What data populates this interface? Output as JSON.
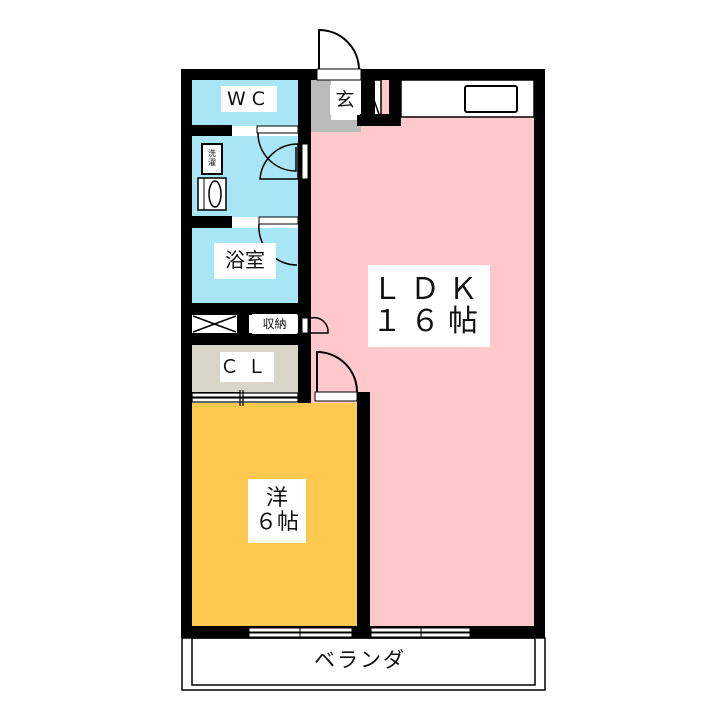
{
  "floor_plan": {
    "layout": "1LDK",
    "rooms": {
      "wc": {
        "label": "WC",
        "color": "#A9E6F5"
      },
      "genkan": {
        "label": "玄",
        "color": "#BBBBBB"
      },
      "washroom": {
        "label": "",
        "washer_label": "洗\n濯",
        "color": "#A9E6F5"
      },
      "bath": {
        "label": "浴室",
        "color": "#A9E6F5"
      },
      "storage": {
        "label": "収納",
        "color": "#FFFFFF"
      },
      "closet": {
        "label": "ＣＬ",
        "color": "#D9D5C9"
      },
      "ldk": {
        "label": "ＬＤＫ\n１６帖",
        "name": "LDK",
        "size": "16帖",
        "color": "#FFC9CC"
      },
      "bedroom": {
        "label": "洋\n６帖",
        "name": "洋",
        "size": "6帖",
        "color": "#FFC94F"
      },
      "balcony": {
        "label": "ベランダ",
        "color": "#FFFFFF"
      }
    },
    "wall_color": "#000000"
  }
}
